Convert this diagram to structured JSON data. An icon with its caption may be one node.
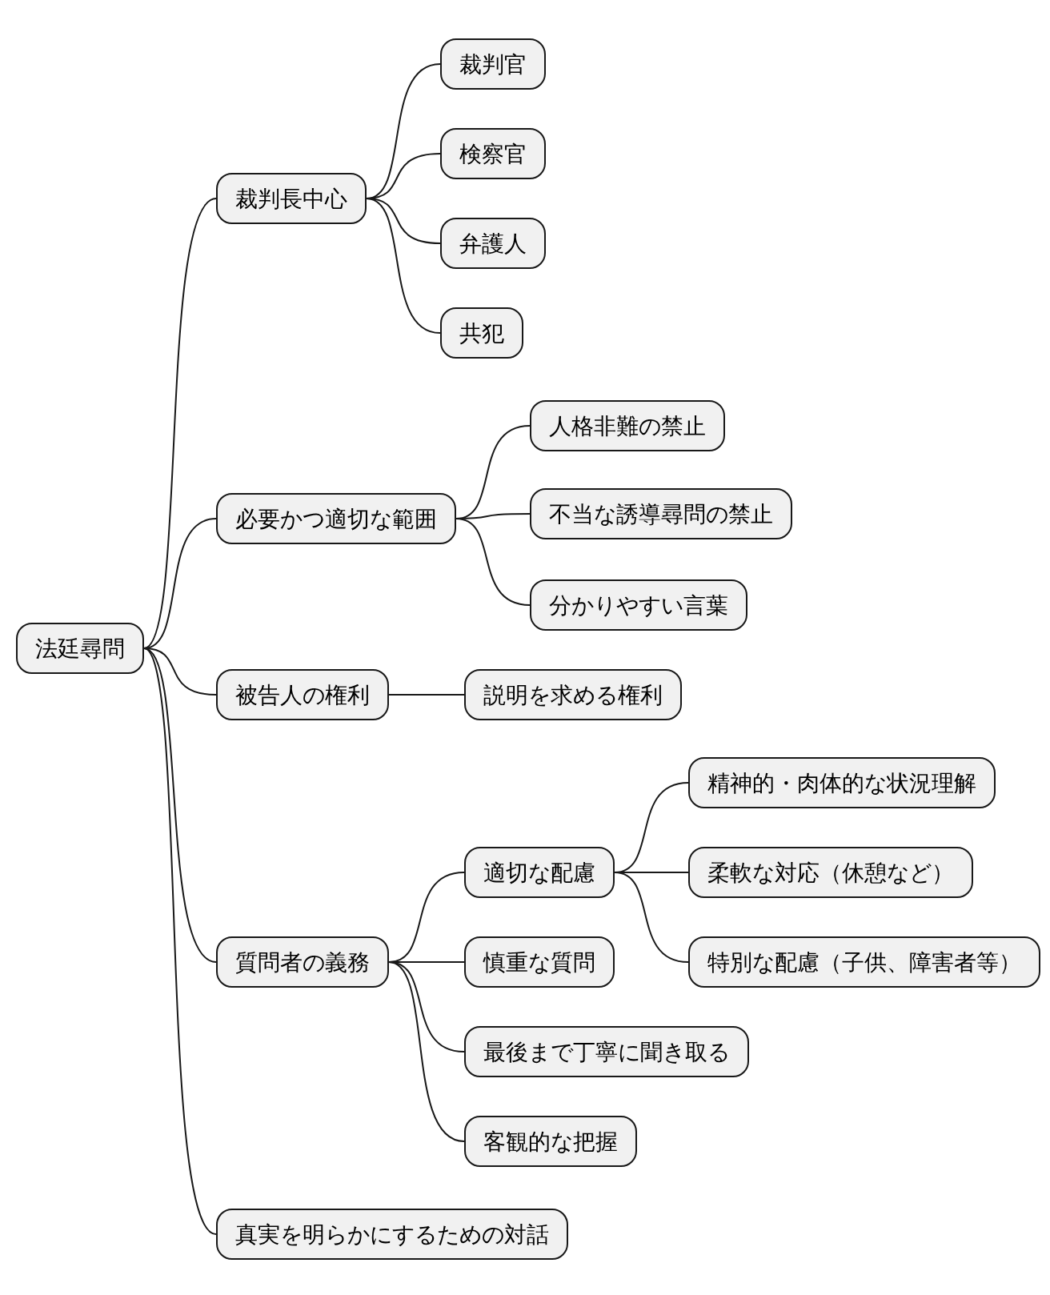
{
  "diagram": {
    "nodes": [
      {
        "text": [
          "法廷尋問"
        ]
      },
      {
        "text": [
          "裁判長中心"
        ]
      },
      {
        "text": [
          "裁判官"
        ]
      },
      {
        "text": [
          "検察官"
        ]
      },
      {
        "text": [
          "弁護人"
        ]
      },
      {
        "text": [
          "共犯"
        ]
      },
      {
        "text": [
          "必要かつ適切な範囲"
        ]
      },
      {
        "text": [
          "人格非難の禁止"
        ]
      },
      {
        "text": [
          "不当な誘導尋問の禁止"
        ]
      },
      {
        "text": [
          "分かりやすい言葉"
        ]
      },
      {
        "text": [
          "被告人の権利"
        ]
      },
      {
        "text": [
          "説明を求める権利"
        ]
      },
      {
        "text": [
          "質問者の義務"
        ]
      },
      {
        "text": [
          "適切な配慮"
        ]
      },
      {
        "text": [
          "精神的・肉体的な状況理解"
        ]
      },
      {
        "text": [
          "柔軟な対応（休憩など）"
        ]
      },
      {
        "text": [
          "特別な配慮（子供、障害者等）"
        ]
      },
      {
        "text": [
          "慎重な質問"
        ]
      },
      {
        "text": [
          "最後まで丁寧に聞き取る"
        ]
      },
      {
        "text": [
          "客観的な把握"
        ]
      },
      {
        "text": [
          "真実を明らかにするための対話"
        ]
      }
    ],
    "edges": [
      {
        "from": 0,
        "to": 1,
        "arrow": "none"
      },
      {
        "from": 1,
        "to": 2,
        "arrow": "none"
      },
      {
        "from": 1,
        "to": 3,
        "arrow": "none"
      },
      {
        "from": 1,
        "to": 4,
        "arrow": "none"
      },
      {
        "from": 1,
        "to": 5,
        "arrow": "none"
      },
      {
        "from": 0,
        "to": 6,
        "arrow": "none"
      },
      {
        "from": 6,
        "to": 7,
        "arrow": "none"
      },
      {
        "from": 6,
        "to": 8,
        "arrow": "none"
      },
      {
        "from": 6,
        "to": 9,
        "arrow": "none"
      },
      {
        "from": 0,
        "to": 10,
        "arrow": "none"
      },
      {
        "from": 10,
        "to": 11,
        "arrow": "none"
      },
      {
        "from": 0,
        "to": 12,
        "arrow": "none"
      },
      {
        "from": 12,
        "to": 13,
        "arrow": "none"
      },
      {
        "from": 13,
        "to": 14,
        "arrow": "none"
      },
      {
        "from": 13,
        "to": 15,
        "arrow": "none"
      },
      {
        "from": 13,
        "to": 16,
        "arrow": "none"
      },
      {
        "from": 12,
        "to": 17,
        "arrow": "none"
      },
      {
        "from": 12,
        "to": 18,
        "arrow": "none"
      },
      {
        "from": 12,
        "to": 19,
        "arrow": "none"
      },
      {
        "from": 0,
        "to": 20,
        "arrow": "none"
      }
    ]
  }
}
